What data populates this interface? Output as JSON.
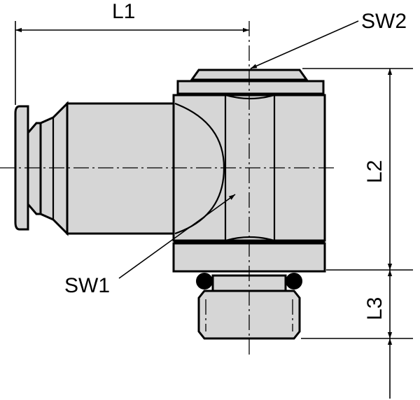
{
  "labels": {
    "L1": "L1",
    "L2": "L2",
    "L3": "L3",
    "SW1": "SW1",
    "SW2": "SW2"
  },
  "colors": {
    "stroke": "#000000",
    "fill": "#d6d6d6",
    "background": "#ffffff"
  }
}
